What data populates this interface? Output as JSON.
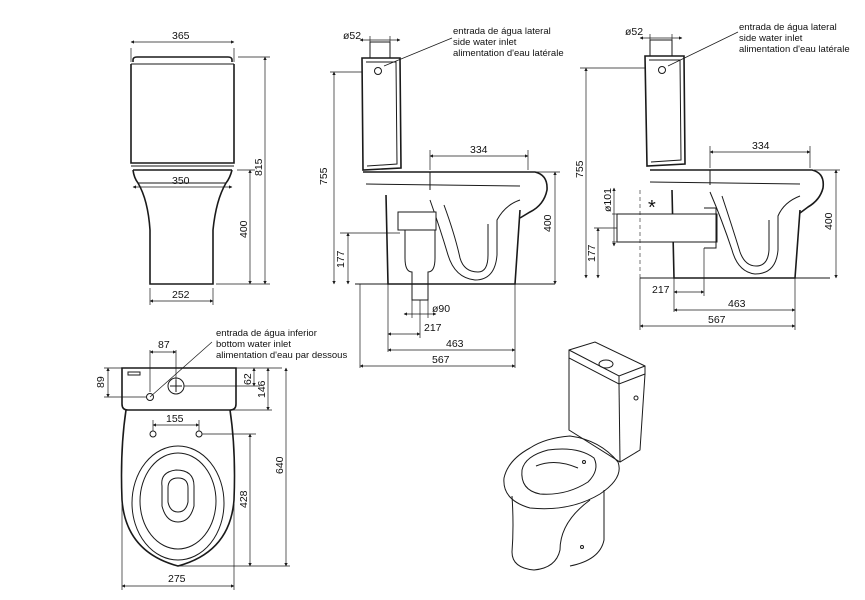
{
  "front": {
    "w_top": "365",
    "w_mid": "350",
    "w_base": "252",
    "h_total": "815",
    "h_bowl": "400"
  },
  "side_left": {
    "pipe": "ø52",
    "note": [
      "entrada de água lateral",
      "side water inlet",
      "alimentation d'eau latérale"
    ],
    "h_total": "755",
    "h_bowl": "400",
    "bowl_w": "334",
    "h_outlet": "177",
    "outlet_d": "ø90",
    "d217": "217",
    "d463": "463",
    "d567": "567"
  },
  "side_right": {
    "pipe": "ø52",
    "note": [
      "entrada de água lateral",
      "side water inlet",
      "alimentation d'eau latérale"
    ],
    "h_total": "755",
    "h_bowl": "400",
    "bowl_w": "334",
    "h_outlet": "177",
    "outlet_d": "ø101",
    "marker": "*",
    "d217": "217",
    "d463": "463",
    "d567": "567"
  },
  "top_view": {
    "note": [
      "entrada de água inferior",
      "bottom water inlet",
      "alimentation d'eau par dessous"
    ],
    "d87": "87",
    "d89": "89",
    "d62": "62",
    "d146": "146",
    "d155": "155",
    "d640": "640",
    "d428": "428",
    "d275": "275"
  }
}
